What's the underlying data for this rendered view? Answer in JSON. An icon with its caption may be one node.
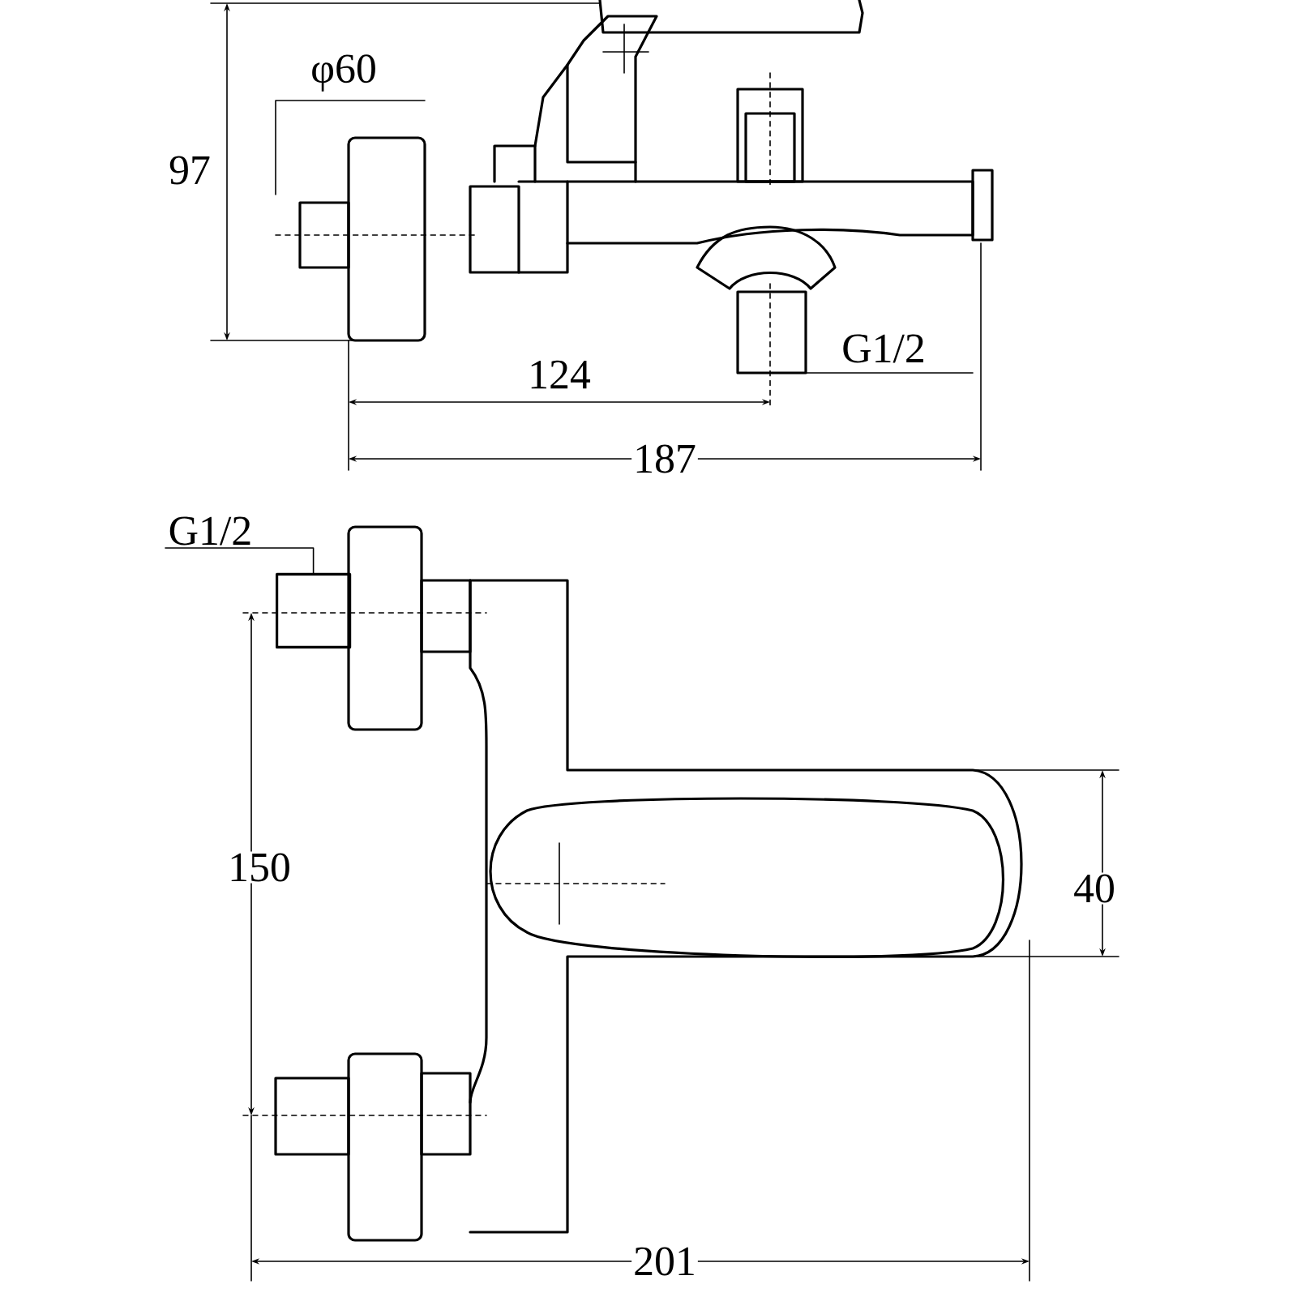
{
  "diagram": {
    "nodes": [
      {
        "text": [
          "G1/2"
        ]
      },
      {
        "text": [],
        "shape": "box"
      }
    ],
    "edges": [
      {
        "from": 0,
        "to": 1,
        "arrow": "none"
      }
    ],
    "labels": [
      "φ60",
      "97",
      "124",
      "G1/2",
      "187",
      "150",
      "40",
      "201"
    ]
  }
}
